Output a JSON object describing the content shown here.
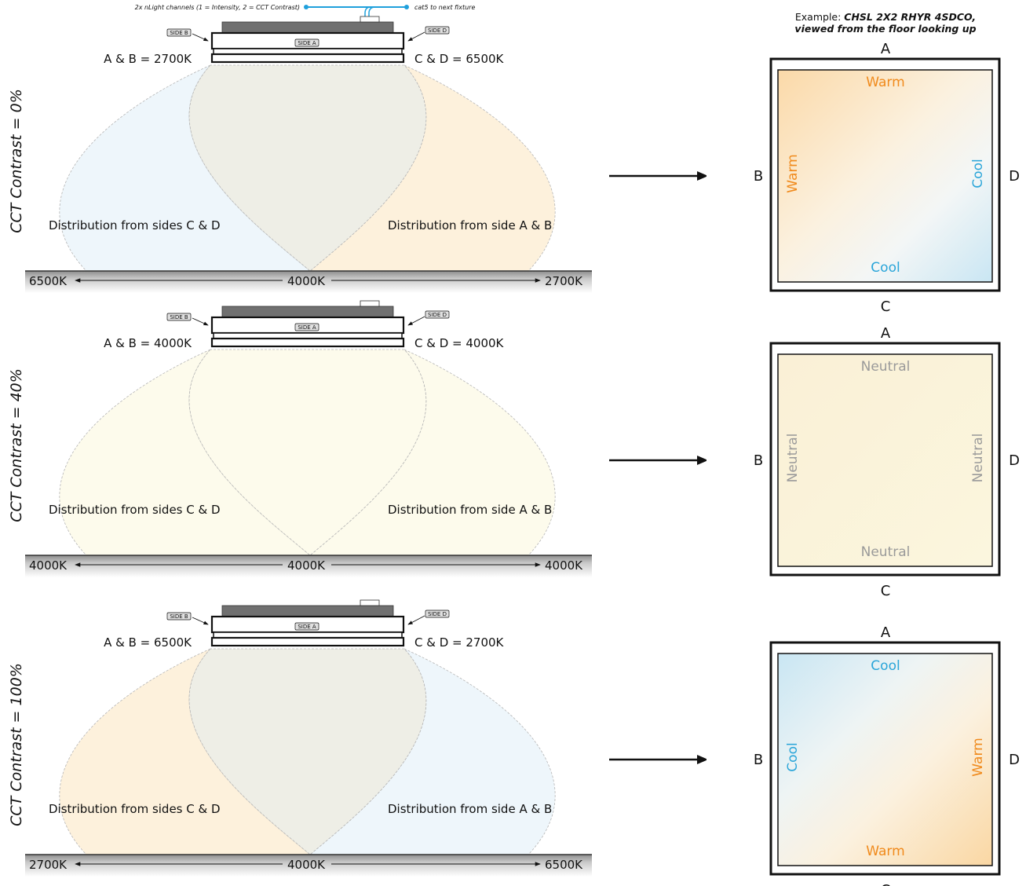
{
  "header": {
    "channels_note": "2x nLight channels (1 = Intensity, 2 = CCT Contrast)",
    "cat5_note": "cat5 to next fixture",
    "example_prefix": "Example: ",
    "example_model": "CHSL 2X2 RHYR 4SDCO,",
    "example_view": "viewed from the floor looking up"
  },
  "colors": {
    "warm_text": "#f08a1c",
    "cool_text": "#2aa5d9",
    "neutral_text": "#9a9a9a",
    "warm_fill": "#fdf1dc",
    "cool_fill": "#eef6fb",
    "neutral_fill": "#fdfbec",
    "cable": "#1fa0dc"
  },
  "rows": [
    {
      "contrast_label": "CCT Contrast = 0%",
      "side_b_tag": "SIDE B",
      "side_a_tag": "SIDE A",
      "side_d_tag": "SIDE D",
      "left_cct": "A & B = 2700K",
      "right_cct": "C & D = 6500K",
      "dist_left": "Distribution from sides C & D",
      "dist_right": "Distribution from side A & B",
      "floor_left": "6500K",
      "floor_mid": "4000K",
      "floor_right": "2700K",
      "panel": {
        "top": "Warm",
        "left": "Warm",
        "right": "Cool",
        "bottom": "Cool",
        "A": "A",
        "B": "B",
        "C": "C",
        "D": "D"
      }
    },
    {
      "contrast_label": "CCT Contrast = 40%",
      "side_b_tag": "SIDE B",
      "side_a_tag": "SIDE A",
      "side_d_tag": "SIDE D",
      "left_cct": "A & B = 4000K",
      "right_cct": "C & D = 4000K",
      "dist_left": "Distribution from sides C & D",
      "dist_right": "Distribution from side A & B",
      "floor_left": "4000K",
      "floor_mid": "4000K",
      "floor_right": "4000K",
      "panel": {
        "top": "Neutral",
        "left": "Neutral",
        "right": "Neutral",
        "bottom": "Neutral",
        "A": "A",
        "B": "B",
        "C": "C",
        "D": "D"
      }
    },
    {
      "contrast_label": "CCT Contrast = 100%",
      "side_b_tag": "SIDE B",
      "side_a_tag": "SIDE A",
      "side_d_tag": "SIDE D",
      "left_cct": "A & B = 6500K",
      "right_cct": "C & D = 2700K",
      "dist_left": "Distribution from sides C & D",
      "dist_right": "Distribution from side A & B",
      "floor_left": "2700K",
      "floor_mid": "4000K",
      "floor_right": "6500K",
      "panel": {
        "top": "Cool",
        "left": "Cool",
        "right": "Warm",
        "bottom": "Warm",
        "A": "A",
        "B": "B",
        "C": "C",
        "D": "D"
      }
    }
  ]
}
